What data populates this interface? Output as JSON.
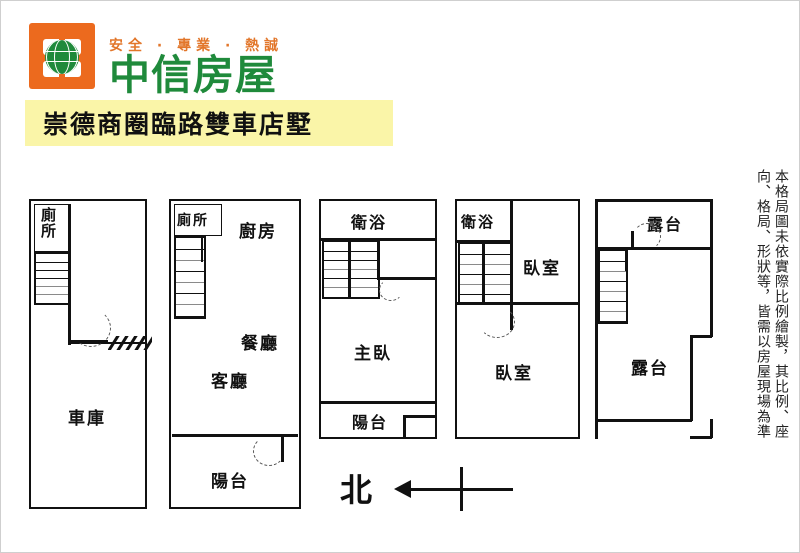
{
  "brand": {
    "tagline": "安全 · 專業 · 熱誠",
    "company": "中信房屋",
    "logo_orange": "#EC6A1E",
    "logo_green": "#1F8A3B",
    "logo_icon": "globe-icon"
  },
  "title": {
    "text": "崇德商圈臨路雙車店墅",
    "banner_color": "#FAF5A8"
  },
  "compass": {
    "north_label": "北",
    "direction": "left"
  },
  "disclaimer": {
    "line1": "本格局圖未依實際比例繪製，其比例、座",
    "line2": "向、格局、形狀等，皆需以房屋現場為準"
  },
  "floors": [
    {
      "id": "floor-1",
      "rooms": [
        {
          "name": "toilet",
          "label": "廁所",
          "orientation": "vertical"
        },
        {
          "name": "garage",
          "label": "車庫",
          "orientation": "horizontal"
        }
      ],
      "features": [
        "staircase",
        "door-swing",
        "garage-door-hatch"
      ]
    },
    {
      "id": "floor-2",
      "rooms": [
        {
          "name": "toilet",
          "label": "廁所",
          "orientation": "horizontal"
        },
        {
          "name": "kitchen",
          "label": "廚房",
          "orientation": "horizontal"
        },
        {
          "name": "dining",
          "label": "餐廳",
          "orientation": "horizontal"
        },
        {
          "name": "living",
          "label": "客廳",
          "orientation": "horizontal"
        },
        {
          "name": "balcony",
          "label": "陽台",
          "orientation": "horizontal"
        }
      ],
      "features": [
        "staircase",
        "door-swing"
      ]
    },
    {
      "id": "floor-3",
      "rooms": [
        {
          "name": "bathroom",
          "label": "衛浴",
          "orientation": "horizontal"
        },
        {
          "name": "master-bedroom",
          "label": "主臥",
          "orientation": "horizontal"
        },
        {
          "name": "balcony",
          "label": "陽台",
          "orientation": "horizontal"
        }
      ],
      "features": [
        "double-staircase",
        "door-swing"
      ]
    },
    {
      "id": "floor-4",
      "rooms": [
        {
          "name": "bathroom",
          "label": "衛浴",
          "orientation": "horizontal"
        },
        {
          "name": "bedroom-upper",
          "label": "臥室",
          "orientation": "horizontal"
        },
        {
          "name": "bedroom-lower",
          "label": "臥室",
          "orientation": "horizontal"
        }
      ],
      "features": [
        "double-staircase",
        "door-swing"
      ]
    },
    {
      "id": "floor-5",
      "rooms": [
        {
          "name": "terrace-upper",
          "label": "露台",
          "orientation": "horizontal"
        },
        {
          "name": "terrace-lower",
          "label": "露台",
          "orientation": "horizontal"
        }
      ],
      "features": [
        "staircase",
        "door-swing"
      ]
    }
  ]
}
